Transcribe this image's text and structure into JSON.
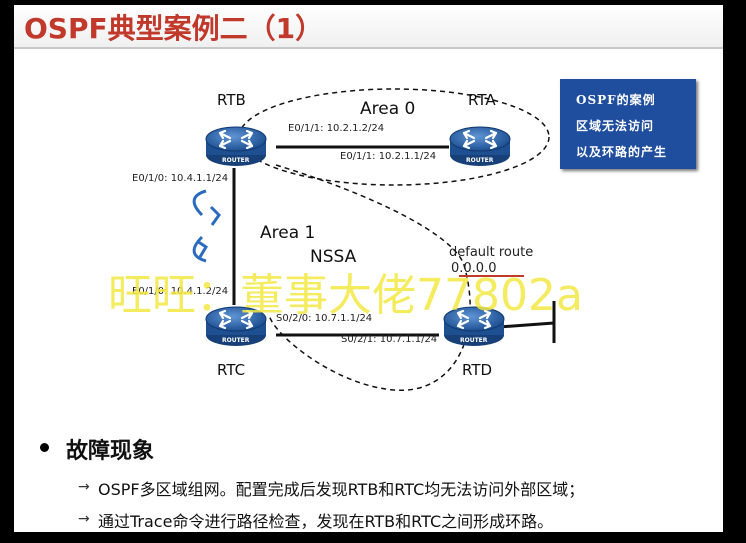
{
  "slide": {
    "title": "OSPF典型案例二（1）",
    "note": [
      "OSPF的案例",
      "区域无法访问",
      "以及环路的产生"
    ],
    "watermark": "旺旺：董事大佬77802a",
    "section_heading": "故障现象",
    "items": [
      "OSPF多区域组网。配置完成后发现RTB和RTC均无法访问外部区域；",
      "通过Trace命令进行路径检查，发现在RTB和RTC之间形成环路。"
    ]
  },
  "diagram": {
    "routers": [
      {
        "id": "RTB",
        "name": "RTB",
        "icon_text": "ROUTER"
      },
      {
        "id": "RTA",
        "name": "RTA",
        "icon_text": "ROUTER"
      },
      {
        "id": "RTC",
        "name": "RTC",
        "icon_text": "ROUTER"
      },
      {
        "id": "RTD",
        "name": "RTD",
        "icon_text": "ROUTER"
      }
    ],
    "areas": [
      "Area 0",
      "Area 1",
      "NSSA"
    ],
    "interfaces": {
      "rtb_rta": "E0/1/1:  10.2.1.2/24",
      "rta_rtb": "E0/1/1:  10.2.1.1/24",
      "rtb_rtc": "E0/1/0:  10.4.1.1/24",
      "rtc_rtb": "E0/1/0:  10.4.1.2/24",
      "rtc_rtd": "S0/2/0:  10.7.1.1/24",
      "rtd_rtc": "S0/2/1:  10.7.1.1/24"
    },
    "default_route_label": "default route",
    "default_route_value": "0.0.0.0",
    "accent_blue": "#1f4e9e",
    "title_red": "#c0392b",
    "route_red": "#c0392b"
  }
}
